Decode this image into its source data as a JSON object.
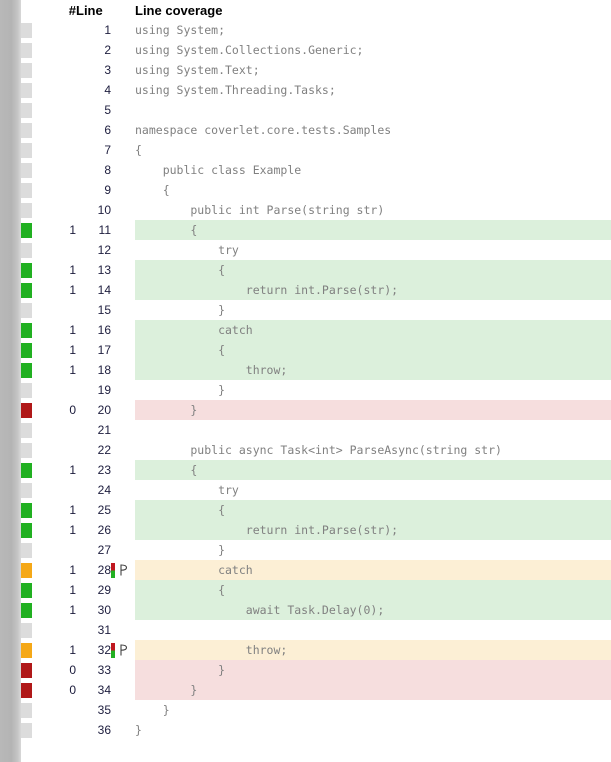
{
  "report": {
    "headers": {
      "hits": "#",
      "line": "Line",
      "coverage": "Line coverage"
    },
    "colors": {
      "covered": "#21b021",
      "uncovered": "#b01818",
      "partial": "#f5a817",
      "neutral": "#dcdcdc",
      "covered_bg": "#dcf0dc",
      "uncovered_bg": "#f6dede",
      "partial_bg": "#fcefd5",
      "code_text": "#808080"
    },
    "branch_icon_name": "branch-icon",
    "rows": [
      {
        "hits": "",
        "line": "1",
        "status": "neutral",
        "highlight": "blank",
        "branch": false,
        "code": "using System;"
      },
      {
        "hits": "",
        "line": "2",
        "status": "neutral",
        "highlight": "blank",
        "branch": false,
        "code": "using System.Collections.Generic;"
      },
      {
        "hits": "",
        "line": "3",
        "status": "neutral",
        "highlight": "blank",
        "branch": false,
        "code": "using System.Text;"
      },
      {
        "hits": "",
        "line": "4",
        "status": "neutral",
        "highlight": "blank",
        "branch": false,
        "code": "using System.Threading.Tasks;"
      },
      {
        "hits": "",
        "line": "5",
        "status": "neutral",
        "highlight": "blank",
        "branch": false,
        "code": ""
      },
      {
        "hits": "",
        "line": "6",
        "status": "neutral",
        "highlight": "blank",
        "branch": false,
        "code": "namespace coverlet.core.tests.Samples"
      },
      {
        "hits": "",
        "line": "7",
        "status": "neutral",
        "highlight": "blank",
        "branch": false,
        "code": "{"
      },
      {
        "hits": "",
        "line": "8",
        "status": "neutral",
        "highlight": "blank",
        "branch": false,
        "code": "    public class Example"
      },
      {
        "hits": "",
        "line": "9",
        "status": "neutral",
        "highlight": "blank",
        "branch": false,
        "code": "    {"
      },
      {
        "hits": "",
        "line": "10",
        "status": "neutral",
        "highlight": "blank",
        "branch": false,
        "code": "        public int Parse(string str)"
      },
      {
        "hits": "1",
        "line": "11",
        "status": "covered",
        "highlight": "full",
        "branch": false,
        "code": "        {"
      },
      {
        "hits": "",
        "line": "12",
        "status": "neutral",
        "highlight": "blank",
        "branch": false,
        "code": "            try"
      },
      {
        "hits": "1",
        "line": "13",
        "status": "covered",
        "highlight": "full",
        "branch": false,
        "code": "            {"
      },
      {
        "hits": "1",
        "line": "14",
        "status": "covered",
        "highlight": "full",
        "branch": false,
        "code": "                return int.Parse(str);"
      },
      {
        "hits": "",
        "line": "15",
        "status": "neutral",
        "highlight": "blank",
        "branch": false,
        "code": "            }"
      },
      {
        "hits": "1",
        "line": "16",
        "status": "covered",
        "highlight": "full",
        "branch": false,
        "code": "            catch"
      },
      {
        "hits": "1",
        "line": "17",
        "status": "covered",
        "highlight": "full",
        "branch": false,
        "code": "            {"
      },
      {
        "hits": "1",
        "line": "18",
        "status": "covered",
        "highlight": "full",
        "branch": false,
        "code": "                throw;"
      },
      {
        "hits": "",
        "line": "19",
        "status": "neutral",
        "highlight": "blank",
        "branch": false,
        "code": "            }"
      },
      {
        "hits": "0",
        "line": "20",
        "status": "uncovered",
        "highlight": "none",
        "branch": false,
        "code": "        }"
      },
      {
        "hits": "",
        "line": "21",
        "status": "neutral",
        "highlight": "blank",
        "branch": false,
        "code": ""
      },
      {
        "hits": "",
        "line": "22",
        "status": "neutral",
        "highlight": "blank",
        "branch": false,
        "code": "        public async Task<int> ParseAsync(string str)"
      },
      {
        "hits": "1",
        "line": "23",
        "status": "covered",
        "highlight": "full",
        "branch": false,
        "code": "        {"
      },
      {
        "hits": "",
        "line": "24",
        "status": "neutral",
        "highlight": "blank",
        "branch": false,
        "code": "            try"
      },
      {
        "hits": "1",
        "line": "25",
        "status": "covered",
        "highlight": "full",
        "branch": false,
        "code": "            {"
      },
      {
        "hits": "1",
        "line": "26",
        "status": "covered",
        "highlight": "full",
        "branch": false,
        "code": "                return int.Parse(str);"
      },
      {
        "hits": "",
        "line": "27",
        "status": "neutral",
        "highlight": "blank",
        "branch": false,
        "code": "            }"
      },
      {
        "hits": "1",
        "line": "28",
        "status": "partial",
        "highlight": "partial",
        "branch": true,
        "code": "            catch"
      },
      {
        "hits": "1",
        "line": "29",
        "status": "covered",
        "highlight": "full",
        "branch": false,
        "code": "            {"
      },
      {
        "hits": "1",
        "line": "30",
        "status": "covered",
        "highlight": "full",
        "branch": false,
        "code": "                await Task.Delay(0);"
      },
      {
        "hits": "",
        "line": "31",
        "status": "neutral",
        "highlight": "blank",
        "branch": false,
        "code": ""
      },
      {
        "hits": "1",
        "line": "32",
        "status": "partial",
        "highlight": "partial",
        "branch": true,
        "code": "                throw;"
      },
      {
        "hits": "0",
        "line": "33",
        "status": "uncovered",
        "highlight": "none",
        "branch": false,
        "code": "            }"
      },
      {
        "hits": "0",
        "line": "34",
        "status": "uncovered",
        "highlight": "none",
        "branch": false,
        "code": "        }"
      },
      {
        "hits": "",
        "line": "35",
        "status": "neutral",
        "highlight": "blank",
        "branch": false,
        "code": "    }"
      },
      {
        "hits": "",
        "line": "36",
        "status": "neutral",
        "highlight": "blank",
        "branch": false,
        "code": "}"
      }
    ]
  }
}
